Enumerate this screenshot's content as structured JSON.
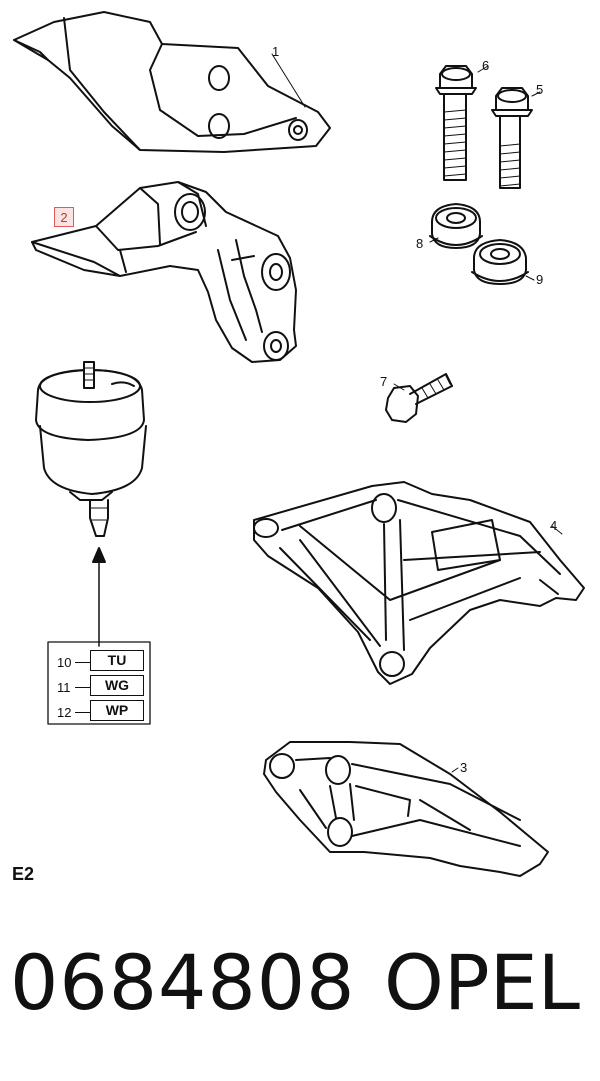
{
  "part_labels": {
    "p1": "1",
    "p2": "2",
    "p3": "3",
    "p4": "4",
    "p5": "5",
    "p6": "6",
    "p7": "7",
    "p8": "8",
    "p9": "9"
  },
  "variants": [
    {
      "number": "10",
      "code": "TU"
    },
    {
      "number": "11",
      "code": "WG"
    },
    {
      "number": "12",
      "code": "WP"
    }
  ],
  "section_label": "E2",
  "part_number": "0684808",
  "brand": "OPEL",
  "colors": {
    "highlight_border": "#e05a5a",
    "highlight_fill": "#fbe3e3",
    "line": "#111111"
  }
}
